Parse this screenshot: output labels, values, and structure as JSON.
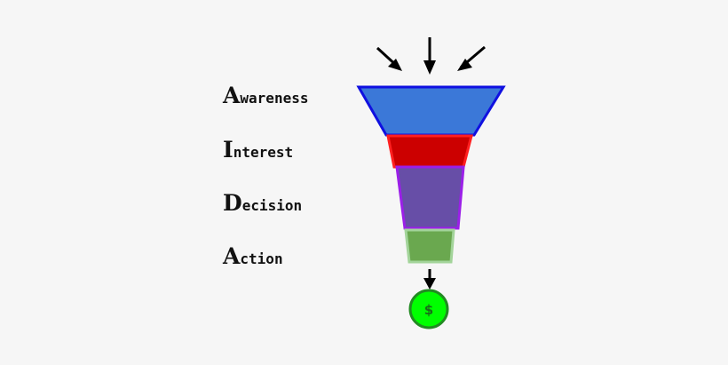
{
  "stages": [
    {
      "initial": "A",
      "rest": "wareness",
      "fill": "#3b78d8",
      "stroke": "#1010e0"
    },
    {
      "initial": "I",
      "rest": "nterest",
      "fill": "#cc0000",
      "stroke": "#ff2020"
    },
    {
      "initial": "D",
      "rest": "ecision",
      "fill": "#674ea7",
      "stroke": "#9b1fe8"
    },
    {
      "initial": "A",
      "rest": "ction",
      "fill": "#6aa84f",
      "stroke": "#a3d49a"
    }
  ],
  "output": {
    "symbol": "$",
    "fill": "#00ff00",
    "stroke": "#228b22",
    "text_color": "#1a6b1a"
  },
  "arrow_color": "#000000"
}
